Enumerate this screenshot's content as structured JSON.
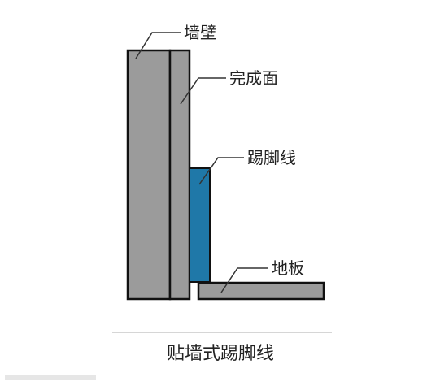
{
  "labels": {
    "wall": "墙壁",
    "finish_surface": "完成面",
    "skirting": "踢脚线",
    "floor": "地板"
  },
  "caption": "贴墙式踢脚线",
  "colors": {
    "wall_fill": "#9b9b9b",
    "outline": "#111111",
    "skirting_fill": "#1f78a8",
    "leader": "#333333",
    "divider": "#bdbdbd"
  }
}
